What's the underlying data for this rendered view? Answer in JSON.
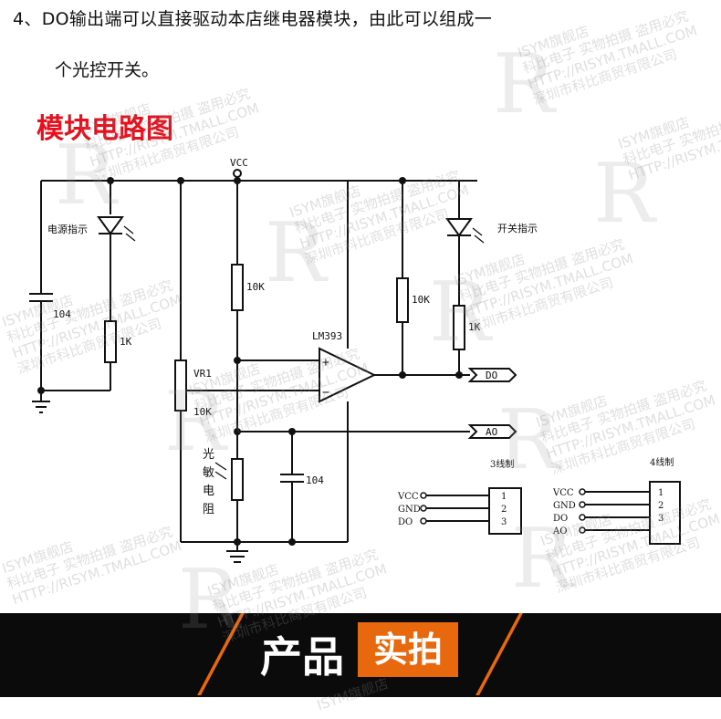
{
  "intro": {
    "line1": "4、DO输出端可以直接驱动本店继电器模块，由此可以组成一",
    "line2": "个光控开关。"
  },
  "section_title": "模块电路图",
  "schematic": {
    "vcc": "VCC",
    "power_led": "电源指示",
    "switch_led": "开关指示",
    "cap_left": "104",
    "res_1k_left": "1K",
    "res_10k_mid": "10K",
    "res_10k_right": "10K",
    "res_1k_right": "1K",
    "comparator": "LM393",
    "plus": "+",
    "minus": "−",
    "pot": "VR1",
    "pot_value": "10K",
    "ldr": [
      "光",
      "敏",
      "电",
      "阻"
    ],
    "cap_mid": "104",
    "out_do": "DO",
    "out_ao": "AO",
    "connector3": {
      "title": "3线制",
      "pins": [
        {
          "name": "VCC",
          "num": "1"
        },
        {
          "name": "GND",
          "num": "2"
        },
        {
          "name": "DO",
          "num": "3"
        }
      ]
    },
    "connector4": {
      "title": "4线制",
      "pins": [
        {
          "name": "VCC",
          "num": "1"
        },
        {
          "name": "GND",
          "num": "2"
        },
        {
          "name": "DO",
          "num": "3"
        },
        {
          "name": "AO",
          "num": ""
        }
      ]
    }
  },
  "banner": {
    "left": "产品",
    "tag": "实拍"
  },
  "watermark": {
    "line1": "ISYM旗舰店",
    "line2": "科比电子 实物拍摄 盗用必究",
    "line3": "HTTP://RISYM.TMALL.COM",
    "line4": "深圳市科比商贸有限公司",
    "logo": "R"
  }
}
